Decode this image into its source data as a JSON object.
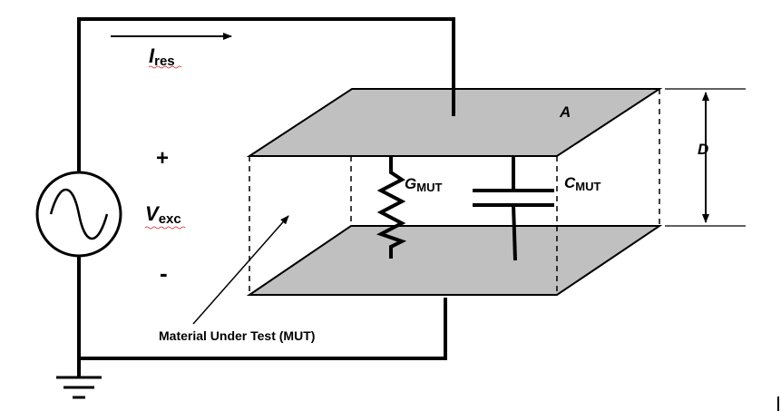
{
  "diagram": {
    "current": {
      "symbol": "I",
      "subscript": "res"
    },
    "voltage": {
      "symbol": "V",
      "subscript": "exc",
      "plus": "+",
      "minus": "-"
    },
    "area_label": "A",
    "thickness_label": "D",
    "conductance": {
      "symbol": "G",
      "subscript": "MUT"
    },
    "capacitance": {
      "symbol": "C",
      "subscript": "MUT"
    },
    "mut_label": "Material Under Test (MUT)"
  },
  "colors": {
    "plate_fill": "#c0c0c0",
    "line": "#000000"
  }
}
